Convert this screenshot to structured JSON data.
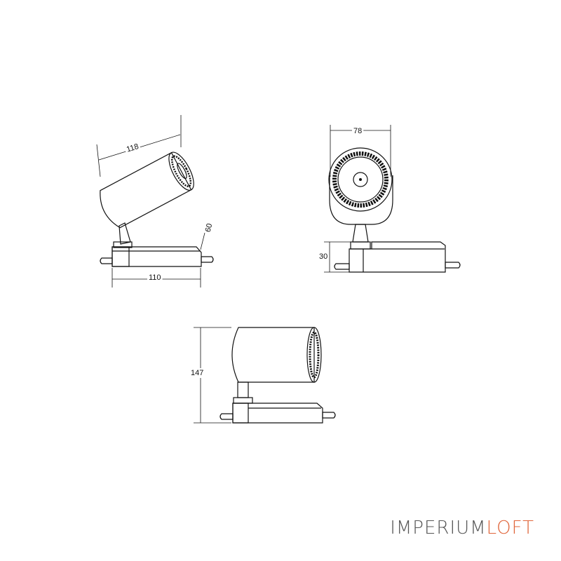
{
  "dimensions": {
    "tilted_length": "118",
    "base_width_side": "60",
    "base_length": "110",
    "front_diameter": "78",
    "base_height": "30",
    "total_height": "147"
  },
  "brand": {
    "part1": "IMPERIUM",
    "part2": "LOFT",
    "color1": "#555555",
    "color2": "#e0653a"
  }
}
